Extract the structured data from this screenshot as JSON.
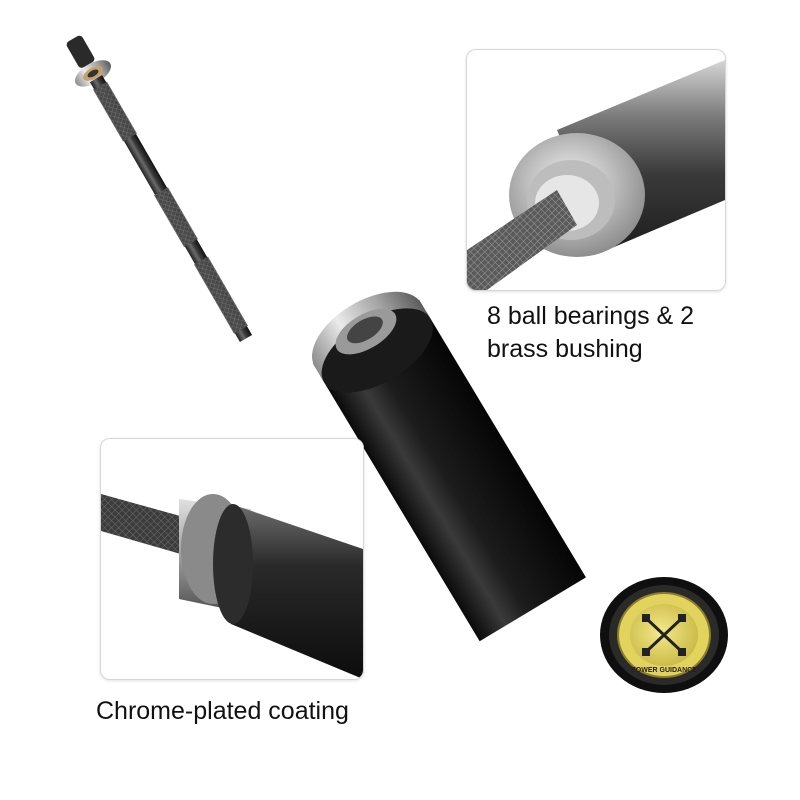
{
  "captions": {
    "bearings_line1": "8 ball bearings & 2",
    "bearings_line2": "brass bushing",
    "coating": "Chrome-plated coating"
  },
  "end_cap": {
    "brand_text": "POWER GUIDANCE"
  },
  "colors": {
    "bar_black": "#1b1b1b",
    "chrome": "#c9c9c9",
    "brass": "#c8a26a",
    "cap_yellow": "#e8d96a"
  }
}
